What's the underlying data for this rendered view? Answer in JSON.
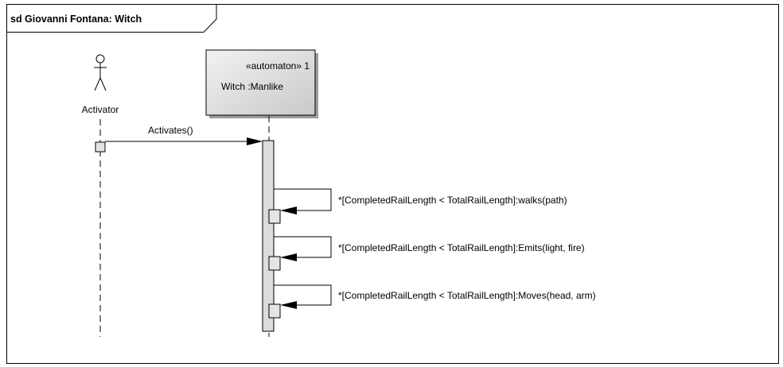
{
  "frame": {
    "title": "sd Giovanni Fontana: Witch"
  },
  "actor": {
    "name": "Activator"
  },
  "lifeline": {
    "stereotype": "«automaton» 1",
    "name": "Witch :Manlike"
  },
  "messages": [
    {
      "label": "Activates()"
    },
    {
      "label": "*[CompletedRailLength < TotalRailLength]:walks(path)"
    },
    {
      "label": "*[CompletedRailLength < TotalRailLength]:Emits(light, fire)"
    },
    {
      "label": "*[CompletedRailLength < TotalRailLength]:Moves(head, arm)"
    }
  ]
}
